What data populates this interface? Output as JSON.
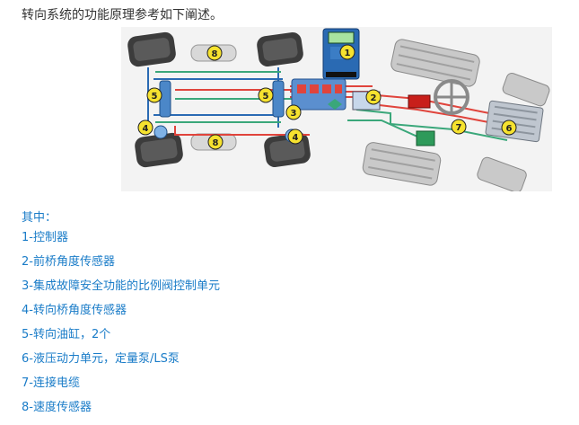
{
  "intro": "转向系统的功能原理参考如下阐述。",
  "figure": {
    "badges": [
      "1",
      "2",
      "3",
      "4",
      "5",
      "6",
      "7",
      "8"
    ],
    "colors": {
      "red": "#e0443c",
      "green": "#3aa77a",
      "blue": "#2a6ab3",
      "yellow": "#f6e22f"
    }
  },
  "legend_heading": "其中：",
  "legend": [
    "1-控制器",
    "2-前桥角度传感器",
    "3-集成故障安全功能的比例阀控制单元",
    "4-转向桥角度传感器",
    "5-转向油缸，2个",
    "6-液压动力单元，定量泵/LS泵",
    "7-连接电缆",
    "8-速度传感器"
  ]
}
